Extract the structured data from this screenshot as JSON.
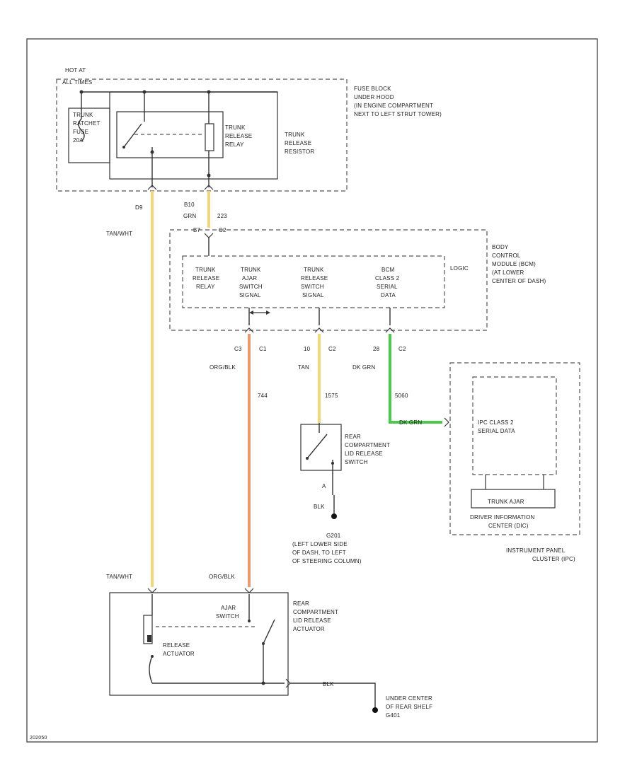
{
  "wire_colors": {
    "yellow": "#f2d67a",
    "orange": "#e89a72",
    "green": "#4cc94c",
    "dark": "#333333"
  },
  "fuse_block": {
    "hot_at": "HOT AT",
    "all_times": "ALL TIMES",
    "label": [
      "FUSE BLOCK",
      "UNDER HOOD",
      "(IN ENGINE COMPARTMENT",
      "NEXT TO LEFT STRUT TOWER)"
    ],
    "fuse": [
      "TRUNK",
      "RATCHET",
      "FUSE",
      "20A"
    ],
    "relay": [
      "TRUNK",
      "RELEASE",
      "RELAY"
    ],
    "resistor": [
      "TRUNK",
      "RELEASE",
      "RESISTOR"
    ]
  },
  "bcm": {
    "label": [
      "BODY",
      "CONTROL",
      "MODULE (BCM)",
      "(AT LOWER",
      "CENTER OF DASH)"
    ],
    "logic": "LOGIC",
    "blocks": [
      [
        "TRUNK",
        "RELEASE",
        "RELAY"
      ],
      [
        "TRUNK",
        "AJAR",
        "SWITCH",
        "SIGNAL"
      ],
      [
        "TRUNK",
        "RELEASE",
        "SWITCH",
        "SIGNAL"
      ],
      [
        "BCM",
        "CLASS 2",
        "SERIAL",
        "DATA"
      ]
    ]
  },
  "connectors": {
    "fb_left_pin": "D9",
    "fb_right_pin": "B10",
    "fb_right_color": "GRN",
    "fb_right_num": "223",
    "bcm_top_pin": "B7",
    "bcm_top_conn": "C2",
    "ajar_pin": "C3",
    "ajar_conn": "C1",
    "release_pin": "10",
    "release_conn": "C2",
    "data_pin": "28",
    "data_conn": "C2"
  },
  "wires": {
    "tan_wht": "TAN/WHT",
    "org_blk": "ORG/BLK",
    "tan": "TAN",
    "tan_num": "1575",
    "ajar_num": "744",
    "dk_grn": "DK GRN",
    "dk_grn_num": "5060",
    "blk": "BLK",
    "blk_a": "A"
  },
  "rear_switch": {
    "label": [
      "REAR",
      "COMPARTMENT",
      "LID RELEASE",
      "SWITCH"
    ]
  },
  "ground_g201": {
    "label": [
      "G201",
      "(LEFT LOWER SIDE",
      "OF DASH, TO LEFT",
      "OF STEERING COLUMN)"
    ]
  },
  "ipc": {
    "data_label": [
      "IPC CLASS 2",
      "SERIAL DATA"
    ],
    "trunk_ajar": "TRUNK AJAR",
    "dic_label": [
      "DRIVER INFORMATION",
      "CENTER (DIC)"
    ],
    "label": [
      "INSTRUMENT PANEL",
      "CLUSTER (IPC)"
    ]
  },
  "actuator": {
    "label": [
      "REAR",
      "COMPARTMENT",
      "LID RELEASE",
      "ACTUATOR"
    ],
    "ajar_switch": [
      "AJAR",
      "SWITCH"
    ],
    "release_actuator": [
      "RELEASE",
      "ACTUATOR"
    ],
    "tan_wht": "TAN/WHT",
    "org_blk": "ORG/BLK"
  },
  "ground_g401": {
    "label": [
      "UNDER CENTER",
      "OF REAR SHELF",
      "G401"
    ]
  },
  "figure_id": "202050"
}
